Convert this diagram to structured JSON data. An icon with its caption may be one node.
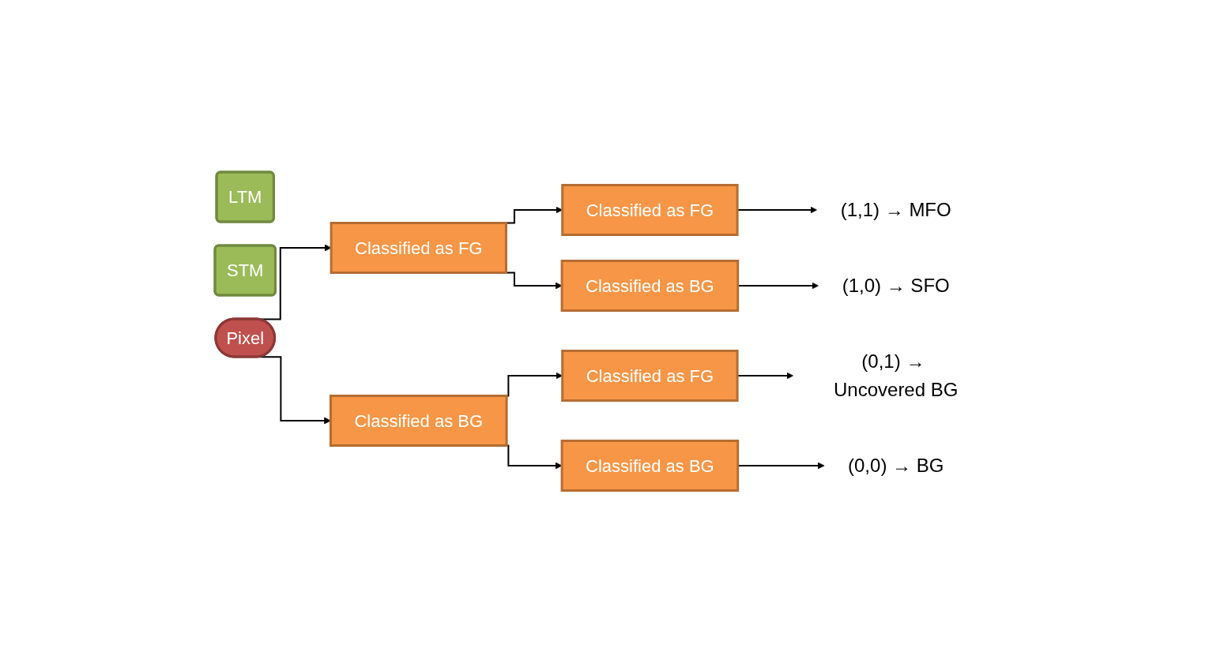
{
  "diagram": {
    "nodes": [
      {
        "text": [
          "LTM"
        ]
      },
      {
        "text": [
          "STM"
        ]
      },
      {
        "text": [
          "Pixel"
        ]
      },
      {
        "text": [
          "Classified as FG"
        ]
      },
      {
        "text": [
          "Classified as BG"
        ]
      },
      {
        "text": [
          "Classified as FG"
        ]
      },
      {
        "text": [
          "Classified as BG"
        ]
      },
      {
        "text": [
          "Classified as FG"
        ]
      },
      {
        "text": [
          "Classified as BG"
        ]
      },
      {
        "text": [
          "(1,1) → MFO"
        ]
      },
      {
        "text": [
          "(1,0) → SFO"
        ]
      },
      {
        "text": [
          "(0,1) → Uncovered BG"
        ]
      },
      {
        "text": [
          "(0,0) → BG"
        ]
      }
    ],
    "edges": [
      {
        "from": 2,
        "to": 3,
        "arrow": "to"
      },
      {
        "from": 2,
        "to": 4,
        "arrow": "to"
      },
      {
        "from": 3,
        "to": 5,
        "arrow": "to"
      },
      {
        "from": 3,
        "to": 6,
        "arrow": "to"
      },
      {
        "from": 4,
        "to": 7,
        "arrow": "to"
      },
      {
        "from": 4,
        "to": 8,
        "arrow": "to"
      },
      {
        "from": 5,
        "to": 9,
        "arrow": "to"
      },
      {
        "from": 6,
        "to": 10,
        "arrow": "to"
      },
      {
        "from": 7,
        "to": 11,
        "arrow": "to"
      },
      {
        "from": 8,
        "to": 12,
        "arrow": "to"
      }
    ]
  }
}
